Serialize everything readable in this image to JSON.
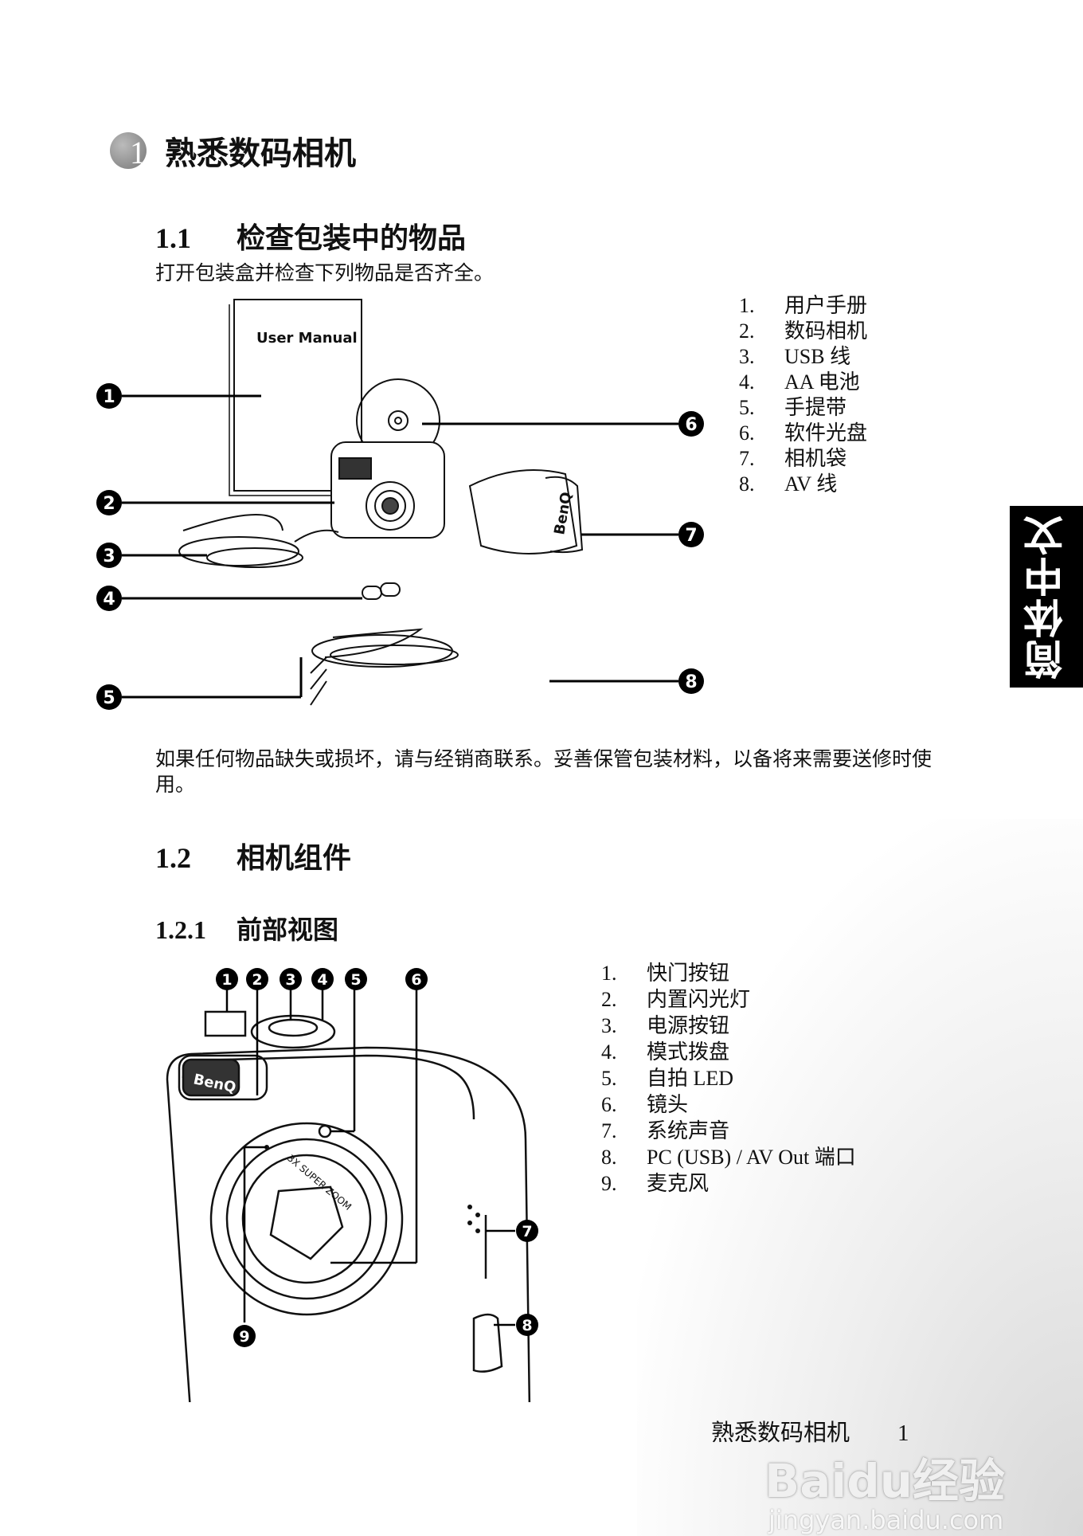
{
  "chapter": {
    "number": "1",
    "title": "熟悉数码相机"
  },
  "section_1_1": {
    "number": "1.1",
    "title": "检查包装中的物品",
    "intro": "打开包装盒并检查下列物品是否齐全。",
    "figure_label_manual": "User Manual",
    "figure_label_brand": "BenQ",
    "items": [
      {
        "n": "1.",
        "label": "用户手册"
      },
      {
        "n": "2.",
        "label": "数码相机"
      },
      {
        "n": "3.",
        "label": "USB 线"
      },
      {
        "n": "4.",
        "label": "AA 电池"
      },
      {
        "n": "5.",
        "label": "手提带"
      },
      {
        "n": "6.",
        "label": "软件光盘"
      },
      {
        "n": "7.",
        "label": "相机袋"
      },
      {
        "n": "8.",
        "label": "AV 线"
      }
    ],
    "callouts": [
      "1",
      "2",
      "3",
      "4",
      "5",
      "6",
      "7",
      "8"
    ],
    "note": "如果任何物品缺失或损坏，请与经销商联系。妥善保管包装材料，以备将来需要送修时使用。"
  },
  "section_1_2": {
    "number": "1.2",
    "title": "相机组件"
  },
  "section_1_2_1": {
    "number": "1.2.1",
    "title": "前部视图",
    "figure_label_brand": "BenQ",
    "figure_label_zoom": "3X SUPER ZOOM",
    "items": [
      {
        "n": "1.",
        "label": "快门按钮"
      },
      {
        "n": "2.",
        "label": "内置闪光灯"
      },
      {
        "n": "3.",
        "label": "电源按钮"
      },
      {
        "n": "4.",
        "label": "模式拨盘"
      },
      {
        "n": "5.",
        "label": "自拍 LED"
      },
      {
        "n": "6.",
        "label": "镜头"
      },
      {
        "n": "7.",
        "label": "系统声音"
      },
      {
        "n": "8.",
        "label": "PC (USB) / AV Out 端口"
      },
      {
        "n": "9.",
        "label": "麦克风"
      }
    ],
    "callouts": [
      "1",
      "2",
      "3",
      "4",
      "5",
      "6",
      "7",
      "8",
      "9"
    ]
  },
  "side_tab": "简体中文",
  "footer": {
    "title": "熟悉数码相机",
    "page": "1"
  },
  "watermark": {
    "logo": "Baidu经验",
    "url": "jingyan.baidu.com"
  }
}
